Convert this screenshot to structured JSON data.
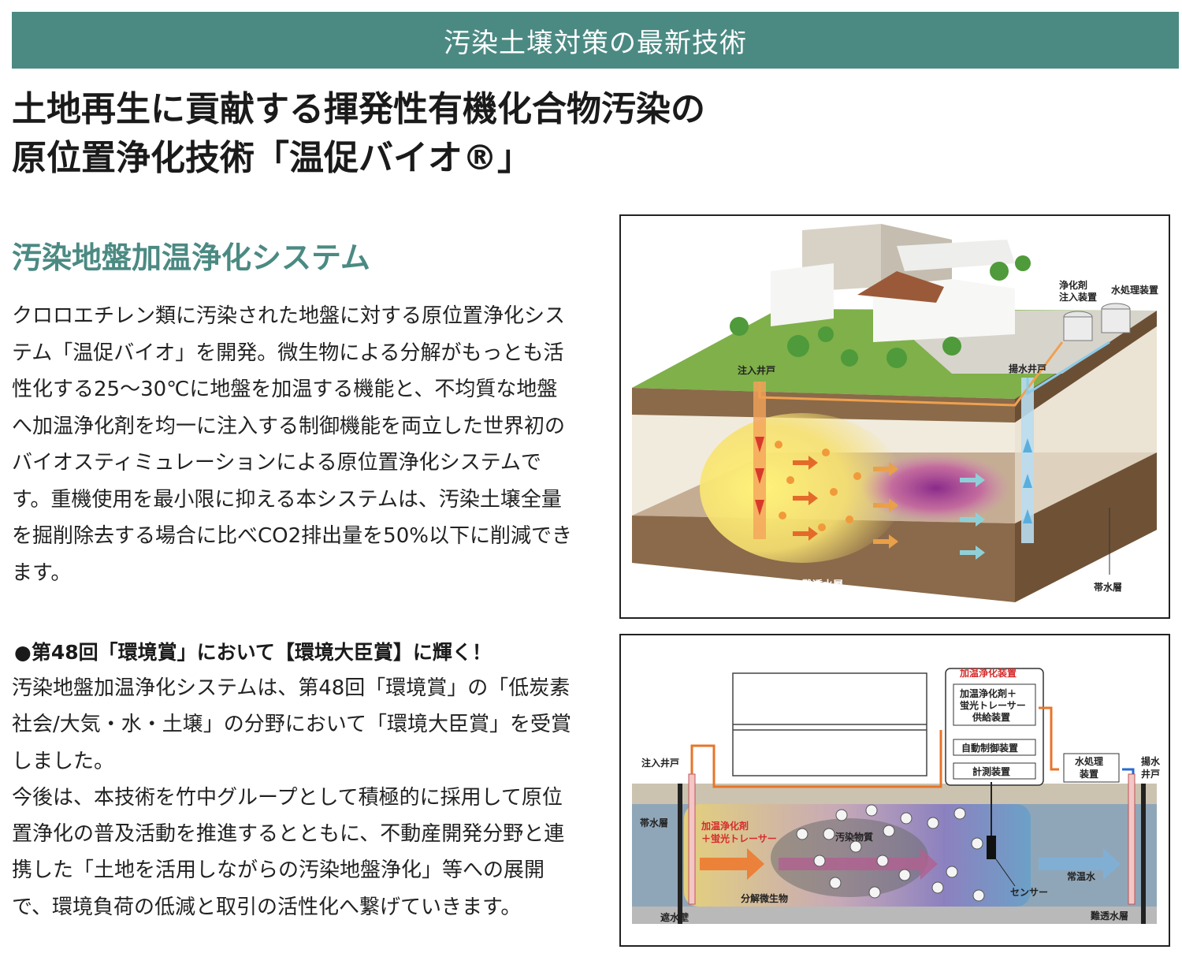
{
  "banner": {
    "title": "汚染土壌対策の最新技術"
  },
  "headline": {
    "line1": "土地再生に貢献する揮発性有機化合物汚染の",
    "line2": "原位置浄化技術「温促バイオ®」"
  },
  "section": {
    "title": "汚染地盤加温浄化システム",
    "paragraph": "クロロエチレン類に汚染された地盤に対する原位置浄化システム「温促バイオ」を開発。微生物による分解がもっとも活性化する25～30℃に地盤を加温する機能と、不均質な地盤へ加温浄化剤を均一に注入する制御機能を両立した世界初のバイオスティミュレーションによる原位置浄化システムです。重機使用を最小限に抑える本システムは、汚染土壌全量を掘削除去する場合に比べCO2排出量を50%以下に削減できます。"
  },
  "award": {
    "title": "●第48回「環境賞」において【環境大臣賞】に輝く！",
    "paragraph1": "汚染地盤加温浄化システムは、第48回「環境賞」の「低炭素社会/大気・水・土壌」の分野において「環境大臣賞」を受賞しました。",
    "paragraph2": "今後は、本技術を竹中グループとして積極的に採用して原位置浄化の普及活動を推進するとともに、不動産開発分野と連携した「土地を活用しながらの汚染地盤浄化」等への展開で、環境負荷の低減と取引の活性化へ繋げていきます。"
  },
  "figure1": {
    "label_injection_device": "浄化剤\n注入装置",
    "label_water_treatment": "水処理装置",
    "label_injection_well": "注入井戸",
    "label_pumping_well": "揚水井戸",
    "label_impermeable": "難透水層",
    "label_aquifer": "帯水層"
  },
  "figure2": {
    "label_heating_device": "加温浄化装置",
    "label_supply": "加温浄化剤＋\n蛍光トレーサー\n供給装置",
    "label_auto_control": "自動制御装置",
    "label_measure": "計測装置",
    "label_water_treatment": "水処理\n装置",
    "label_injection_well": "注入井戸",
    "label_pumping_well": "揚水\n井戸",
    "label_aquifer": "帯水層",
    "label_agent": "加温浄化剤\n＋蛍光トレーサー",
    "label_pollutant": "汚染物質",
    "label_microbe": "分解微生物",
    "label_sensor": "センサー",
    "label_normal_water": "常温水",
    "label_barrier": "遮水壁",
    "label_impermeable": "難透水層"
  },
  "colors": {
    "accent": "#4b8a83",
    "orange": "#e8742a",
    "red": "#d62b2b"
  }
}
